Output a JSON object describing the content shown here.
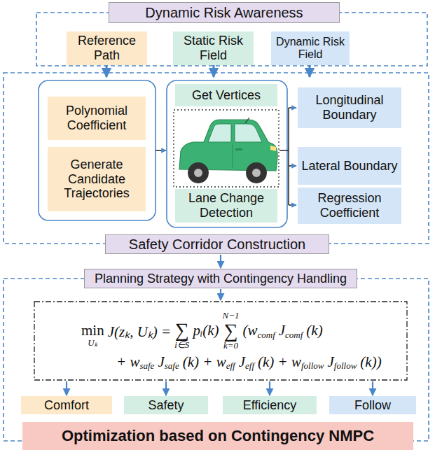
{
  "diagram": {
    "nodes": [
      {
        "text": [
          "Dynamic Risk Awareness"
        ]
      },
      {
        "text": [
          "Reference Path"
        ]
      },
      {
        "text": [
          "Static Risk Field"
        ]
      },
      {
        "text": [
          "Dynamic Risk Field"
        ]
      },
      {
        "text": [
          "Polynomial Coefficient"
        ]
      },
      {
        "text": [
          "Generate Candidate Trajectories"
        ]
      },
      {
        "text": [
          "Get Vertices"
        ]
      },
      {
        "text": [
          "Lane Change Detection"
        ]
      },
      {
        "text": [
          "Longitudinal Boundary"
        ]
      },
      {
        "text": [
          "Lateral Boundary"
        ]
      },
      {
        "text": [
          "Regression Coefficient"
        ]
      },
      {
        "text": [
          "Safety Corridor Construction"
        ]
      },
      {
        "text": [
          "Planning Strategy with Contingency Handling"
        ]
      },
      {
        "text": [
          "min",
          "Uₖ",
          "J(zₖ, Uₖ) =",
          "∑",
          "i∈S",
          "pᵢ(k)",
          "N−1",
          "∑",
          "k=0",
          "(w",
          "comf",
          "J",
          "comf",
          "(k)",
          "+ w",
          "safe",
          "J",
          "safe",
          "(k) + w",
          "eff",
          "J",
          "eff",
          "(k) + w",
          "follow",
          "J",
          "follow",
          "(k))"
        ]
      },
      {
        "text": [
          "Comfort"
        ]
      },
      {
        "text": [
          "Safety"
        ]
      },
      {
        "text": [
          "Efficiency"
        ]
      },
      {
        "text": [
          "Follow"
        ]
      },
      {
        "text": [
          "Optimization based on Contingency NMPC"
        ]
      }
    ],
    "edges": [
      {
        "from": 11,
        "to": 12,
        "arrow": "to"
      },
      {
        "from": 12,
        "to": 13,
        "arrow": "to"
      },
      {
        "from": 13,
        "to": 14,
        "arrow": "to"
      },
      {
        "from": 13,
        "to": 15,
        "arrow": "to"
      },
      {
        "from": 13,
        "to": 16,
        "arrow": "to"
      },
      {
        "from": 13,
        "to": 17,
        "arrow": "to"
      }
    ]
  }
}
